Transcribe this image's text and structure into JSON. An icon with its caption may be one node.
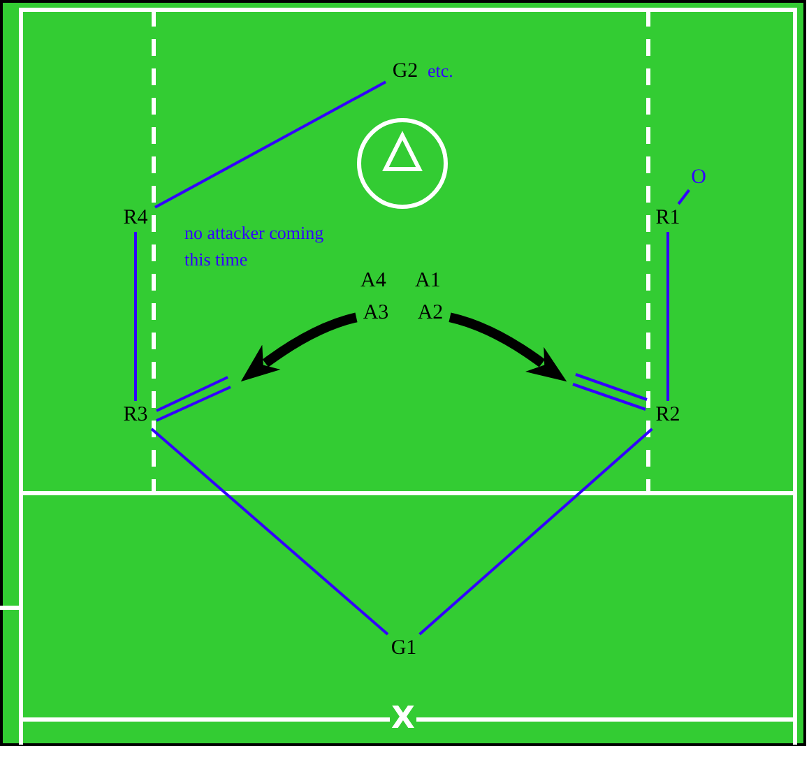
{
  "diagram": {
    "nodes": [
      {
        "text": [
          "G2"
        ],
        "beside": [
          "etc."
        ]
      },
      {
        "text": [
          "R4"
        ]
      },
      {
        "text": [
          "O"
        ]
      },
      {
        "text": [
          "R1"
        ]
      },
      {
        "text": [
          "A3"
        ]
      },
      {
        "text": [
          "A2"
        ]
      },
      {
        "text": [
          "R3"
        ]
      },
      {
        "text": [
          "R2"
        ]
      },
      {
        "text": [
          "G1"
        ]
      }
    ],
    "edges": [
      {
        "from": 0,
        "to": 1,
        "arrow": "none"
      },
      {
        "from": 3,
        "to": 2,
        "arrow": "none"
      },
      {
        "from": 1,
        "to": 6,
        "arrow": "none"
      },
      {
        "from": 3,
        "to": 7,
        "arrow": "none"
      },
      {
        "from": 6,
        "to": 8,
        "arrow": "none"
      },
      {
        "from": 8,
        "to": 7,
        "arrow": "none"
      },
      {
        "from": 4,
        "to": null,
        "arrow": "to",
        "style": "thick",
        "color": "#000000"
      },
      {
        "from": 5,
        "to": null,
        "arrow": "to",
        "style": "thick",
        "color": "#000000"
      }
    ],
    "labels": [
      "no attacker coming this time",
      "A4",
      "A1",
      "X"
    ]
  }
}
